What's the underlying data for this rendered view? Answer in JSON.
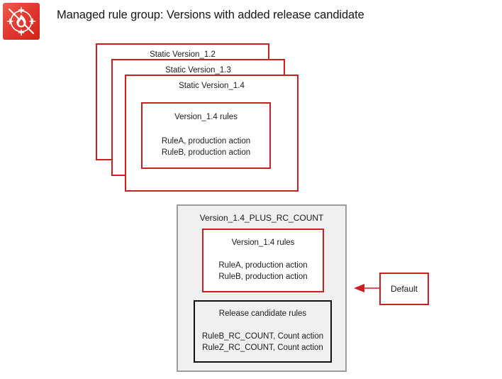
{
  "header": {
    "logo_icon": "aws-waf-flame-target-icon",
    "title": "Managed rule group: Versions with added release candidate"
  },
  "version_stack": {
    "layers": [
      {
        "label": "Static Version_1.2"
      },
      {
        "label": "Static Version_1.3"
      },
      {
        "label": "Static Version_1.4"
      }
    ],
    "inner_rules_box": {
      "title": "Version_1.4 rules",
      "rules": [
        "RuleA, production action",
        "RuleB, production action"
      ]
    }
  },
  "rc_group": {
    "title": "Version_1.4_PLUS_RC_COUNT",
    "production_rules_box": {
      "title": "Version_1.4 rules",
      "rules": [
        "RuleA, production action",
        "RuleB, production action"
      ]
    },
    "release_candidate_box": {
      "title": "Release candidate rules",
      "rules": [
        "RuleB_RC_COUNT, Count action",
        "RuleZ_RC_COUNT, Count action"
      ]
    }
  },
  "callout": {
    "label": "Default",
    "arrow_icon": "arrow-left-icon",
    "arrow_direction": "left"
  },
  "colors": {
    "red": "#cc1f1f",
    "black": "#111111",
    "gray_border": "#9d9d9d",
    "gray_fill": "#f0f0f0",
    "white": "#ffffff",
    "logo_red": "#e33a32",
    "text": "#1b1b1b"
  }
}
